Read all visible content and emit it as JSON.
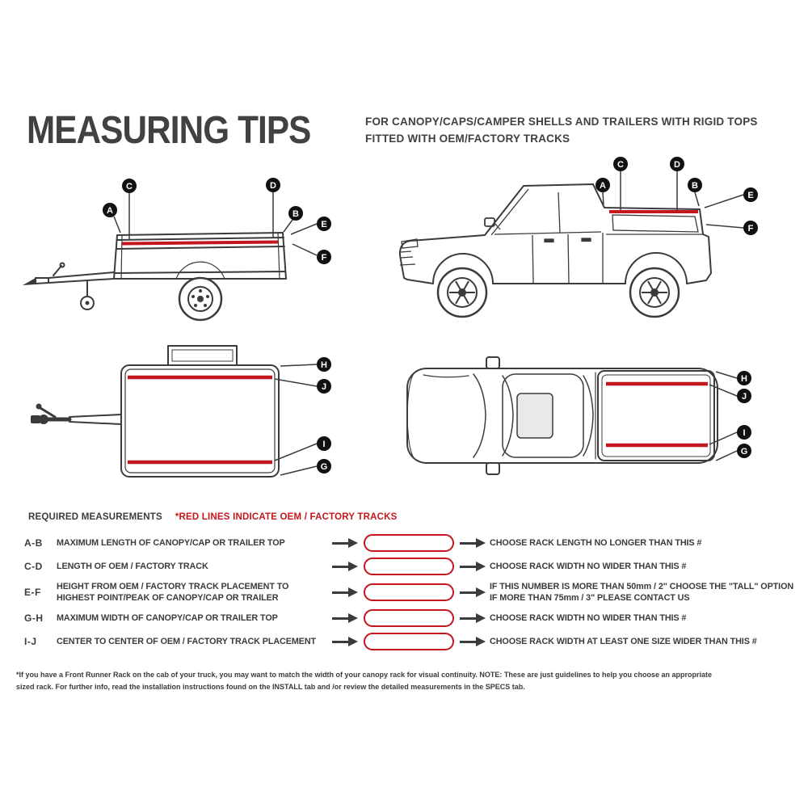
{
  "header": {
    "title": "MEASURING TIPS",
    "subtitle_line1": "FOR CANOPY/CAPS/CAMPER SHELLS AND TRAILERS WITH RIGID TOPS",
    "subtitle_line2": "FITTED WITH OEM/FACTORY TRACKS"
  },
  "letters": {
    "A": "A",
    "B": "B",
    "C": "C",
    "D": "D",
    "E": "E",
    "F": "F",
    "G": "G",
    "H": "H",
    "I": "I",
    "J": "J"
  },
  "legend": {
    "required_label": "REQUIRED MEASUREMENTS",
    "red_lines_note": "*RED LINES INDICATE OEM / FACTORY TRACKS"
  },
  "measurements": [
    {
      "id": "A-B",
      "desc": "MAXIMUM LENGTH OF CANOPY/CAP OR TRAILER TOP",
      "result": "CHOOSE RACK LENGTH NO LONGER THAN THIS #"
    },
    {
      "id": "C-D",
      "desc": "LENGTH OF OEM / FACTORY TRACK",
      "result": "CHOOSE RACK WIDTH NO WIDER THAN THIS #"
    },
    {
      "id": "E-F",
      "desc": "HEIGHT FROM OEM / FACTORY TRACK PLACEMENT TO\nHIGHEST POINT/PEAK OF CANOPY/CAP OR TRAILER",
      "result": "IF THIS NUMBER IS MORE THAN 50mm / 2\" CHOOSE THE \"TALL\" OPTION\nIF MORE THAN 75mm / 3\" PLEASE CONTACT US"
    },
    {
      "id": "G-H",
      "desc": "MAXIMUM WIDTH OF CANOPY/CAP OR TRAILER TOP",
      "result": "CHOOSE RACK WIDTH NO WIDER THAN THIS #"
    },
    {
      "id": "I-J",
      "desc": "CENTER TO CENTER OF OEM / FACTORY TRACK PLACEMENT",
      "result": "CHOOSE RACK WIDTH AT LEAST ONE SIZE WIDER THAN THIS #"
    }
  ],
  "footnote": "*If you have a Front Runner Rack on the cab of your truck, you may want to match the width of your canopy rack for visual continuity. NOTE: These are just guidelines to help you choose an appropriate\nsized rack. For further info, read the installation instructions found on the INSTALL tab and /or review the detailed measurements in the SPECS tab.",
  "colors": {
    "track_red": "#c4161d",
    "ink": "#3b3b3c"
  }
}
